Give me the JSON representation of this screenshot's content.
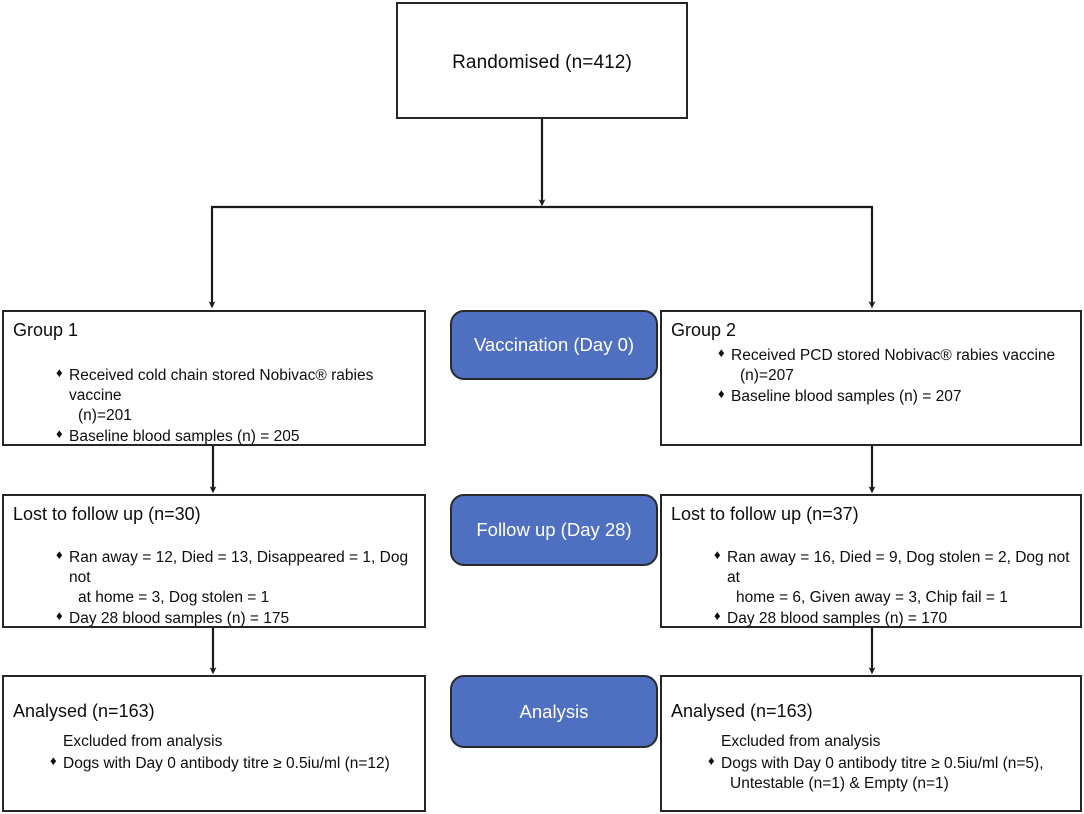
{
  "diagram": {
    "title": "CONSORT participant flow diagram",
    "colors": {
      "stage_pill_blue": "#4f6fc1",
      "box_border": "#26262a",
      "background": "#ffffff",
      "text": "#0d0d0d",
      "pill_text": "#ffffff"
    },
    "top_box": {
      "label": "Randomised (n=412)",
      "n": 412
    },
    "stages": [
      {
        "key": "vaccination",
        "label": "Vaccination (Day 0)"
      },
      {
        "key": "followup",
        "label": "Follow up (Day 28)"
      },
      {
        "key": "analysis",
        "label": "Analysis"
      }
    ],
    "arms": [
      {
        "key": "group1",
        "enrolment": {
          "heading": "Group 1",
          "bullets": [
            {
              "text": "Received cold chain stored Nobivac® rabies vaccine",
              "continuation": "(n)=201"
            },
            {
              "text": "Baseline blood samples (n) = 205"
            }
          ]
        },
        "followup": {
          "heading": "Lost to follow up (n=30)",
          "bullets": [
            {
              "text": "Ran away = 12, Died = 13, Disappeared = 1, Dog not",
              "continuation": "at home = 3, Dog stolen = 1"
            },
            {
              "text": "Day 28 blood samples (n) = 175"
            }
          ]
        },
        "analysis": {
          "heading": "Analysed  (n=163)",
          "plain": "Excluded from analysis",
          "bullets": [
            {
              "text": "Dogs with Day 0 antibody titre ≥ 0.5iu/ml (n=12)"
            }
          ]
        }
      },
      {
        "key": "group2",
        "enrolment": {
          "heading": "Group 2",
          "bullets": [
            {
              "text": "Received PCD stored Nobivac® rabies vaccine",
              "continuation": "(n)=207"
            },
            {
              "text": "Baseline blood samples (n) = 207"
            }
          ]
        },
        "followup": {
          "heading": "Lost to follow up (n=37)",
          "bullets": [
            {
              "text": "Ran away = 16, Died = 9, Dog stolen = 2, Dog not at",
              "continuation": "home = 6, Given away = 3, Chip fail = 1"
            },
            {
              "text": "Day 28 blood samples (n) = 170"
            }
          ]
        },
        "analysis": {
          "heading": "Analysed  (n=163)",
          "plain": "Excluded from analysis",
          "bullets": [
            {
              "text": "Dogs with Day 0 antibody titre ≥ 0.5iu/ml (n=5),",
              "continuation": "Untestable (n=1) & Empty (n=1)"
            }
          ]
        }
      }
    ]
  }
}
